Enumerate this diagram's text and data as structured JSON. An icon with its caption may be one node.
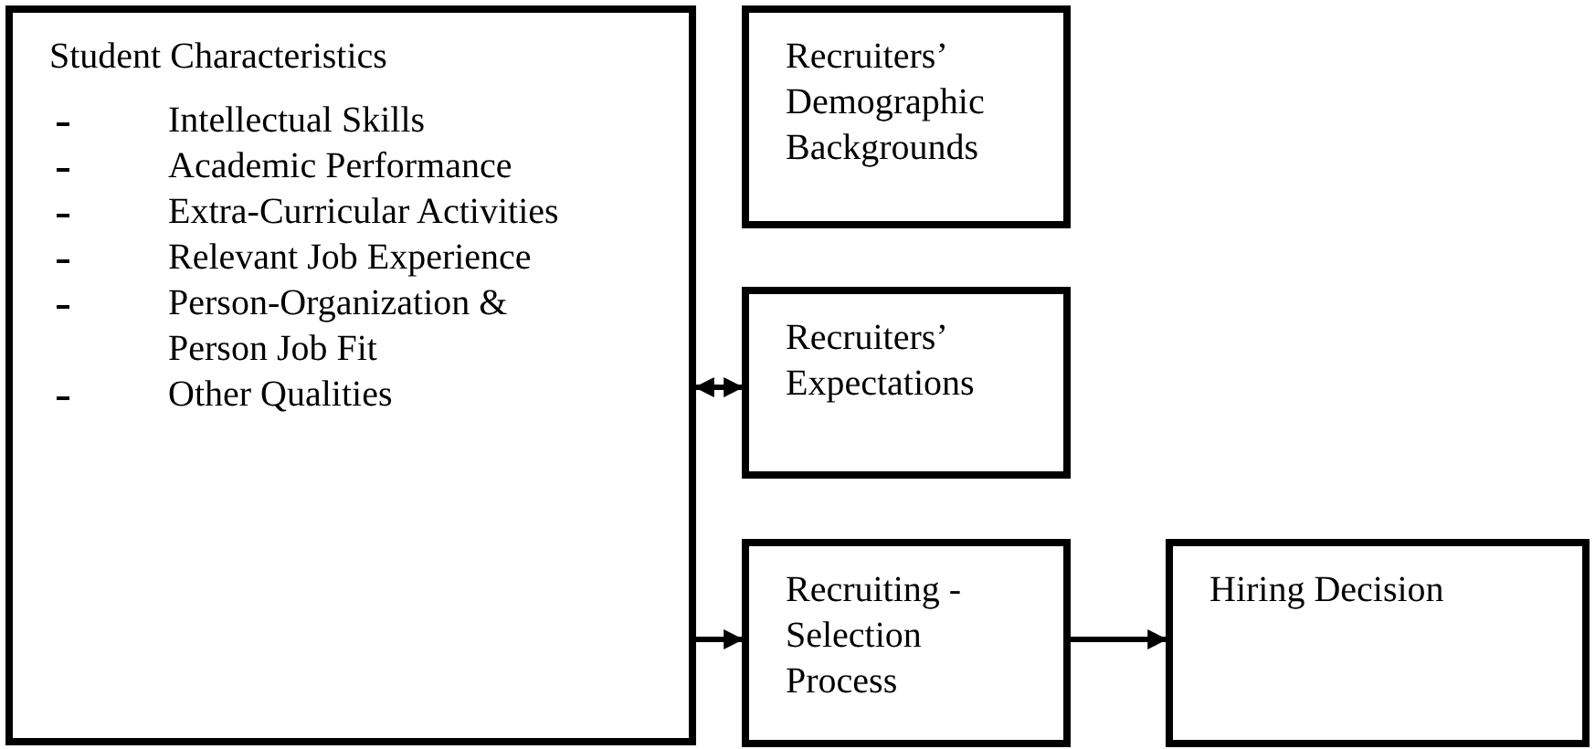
{
  "diagram": {
    "nodes": [
      {
        "text": [
          "Student Characteristics",
          "Intellectual Skills",
          "Academic Performance",
          "Extra-Curricular Activities",
          "Relevant Job Experience",
          "Person-Organization & Person Job Fit",
          "Other Qualities"
        ]
      },
      {
        "text": [
          "Recruiters’ Demographic Backgrounds"
        ]
      },
      {
        "text": [
          "Recruiters’ Expectations"
        ]
      },
      {
        "text": [
          "Recruiting - Selection Process"
        ]
      },
      {
        "text": [
          "Hiring Decision"
        ]
      }
    ],
    "edges": [
      {
        "from": 0,
        "to": 2,
        "arrow": "both"
      },
      {
        "from": 0,
        "to": 3,
        "arrow": "to"
      },
      {
        "from": 3,
        "to": 4,
        "arrow": "to"
      }
    ]
  }
}
